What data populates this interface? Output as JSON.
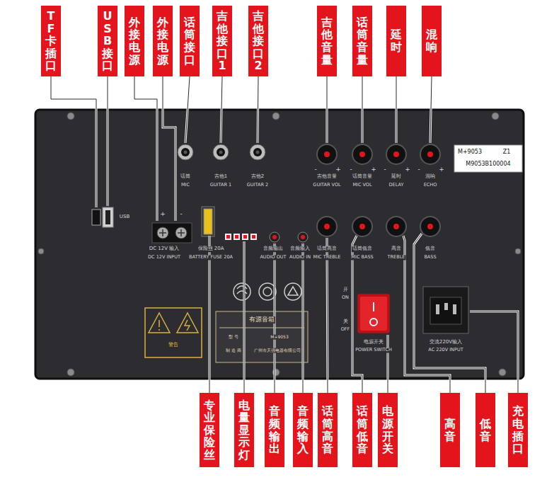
{
  "diagram": {
    "nodes": [
      {
        "text": [
          "TF卡插口"
        ]
      },
      {
        "text": [
          "USB接口"
        ]
      },
      {
        "text": [
          "外接电源"
        ]
      },
      {
        "text": [
          "外接电源"
        ]
      },
      {
        "text": [
          "话筒接口"
        ]
      },
      {
        "text": [
          "吉他接口1"
        ]
      },
      {
        "text": [
          "吉他接口2"
        ]
      },
      {
        "text": [
          "吉他音量"
        ]
      },
      {
        "text": [
          "话筒音量"
        ]
      },
      {
        "text": [
          "延时"
        ]
      },
      {
        "text": [
          "混响"
        ]
      },
      {
        "text": [
          "专业保险丝"
        ]
      },
      {
        "text": [
          "电量显示灯"
        ]
      },
      {
        "text": [
          "音频输出"
        ]
      },
      {
        "text": [
          "音频输入"
        ]
      },
      {
        "text": [
          "话筒高音"
        ]
      },
      {
        "text": [
          "话筒低音"
        ]
      },
      {
        "text": [
          "电源开关"
        ]
      },
      {
        "text": [
          "高音"
        ]
      },
      {
        "text": [
          "低音"
        ]
      },
      {
        "text": [
          "充电插口"
        ]
      }
    ],
    "labels": [
      "话筒",
      "MIC",
      "吉他1",
      "GUITAR 1",
      "吉他2",
      "GUITAR 2",
      "吉他音量",
      "GUITAR VOL",
      "话筒音量",
      "MIC VOL",
      "延时",
      "DELAY",
      "混响",
      "ECHO",
      "话筒高音",
      "MIC TREBLE",
      "话筒低音",
      "MIC BASS",
      "高音",
      "TREBLE",
      "低音",
      "BASS",
      "USB",
      "DC 12V 输入",
      "DC 12V INPUT",
      "保险丝 20A",
      "BATTERY FUSE 20A",
      "音频输出",
      "AUDIO OUT",
      "音频输入",
      "AUDIO IN",
      "开",
      "ON",
      "关",
      "OFF",
      "电源开关",
      "POWER SWITCH",
      "交流220V输入",
      "AC 220V INPUT",
      "警告",
      "有源音箱",
      "型 号",
      "M+9053",
      "制 造 商",
      "广州市天强电器有限公司",
      "M+9053",
      "Z1",
      "M9053B100004",
      "-",
      "+",
      "-",
      "+",
      "-",
      "+",
      "-",
      "+",
      "+",
      "-"
    ]
  }
}
